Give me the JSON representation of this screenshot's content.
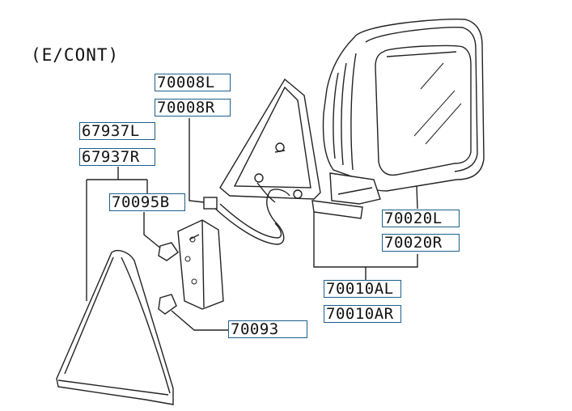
{
  "header": {
    "text": "(E/CONT)"
  },
  "parts": {
    "p70008L": "70008L",
    "p70008R": "70008R",
    "p67937L": "67937L",
    "p67937R": "67937R",
    "p70095B": "70095B",
    "p70020L": "70020L",
    "p70020R": "70020R",
    "p70010AL": "70010AL",
    "p70010AR": "70010AR",
    "p70093": "70093"
  },
  "colors": {
    "label_border": "#1c5f8c",
    "line": "#222222"
  }
}
